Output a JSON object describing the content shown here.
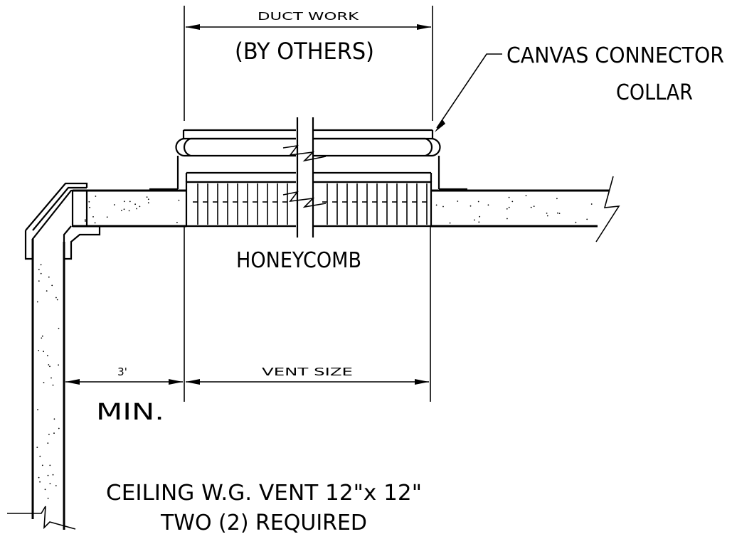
{
  "labels": {
    "duct_work": "DUCT WORK",
    "by_others": "(BY OTHERS)",
    "canvas_connector_line1": "CANVAS CONNECTOR",
    "canvas_connector_line2": "COLLAR",
    "honeycomb": "HONEYCOMB",
    "min_dimension": "3'",
    "min_label": "MIN.",
    "vent_size": "VENT SIZE",
    "title_line1": "CEILING W.G. VENT 12\"x 12\"",
    "title_line2": "TWO (2) REQUIRED"
  }
}
